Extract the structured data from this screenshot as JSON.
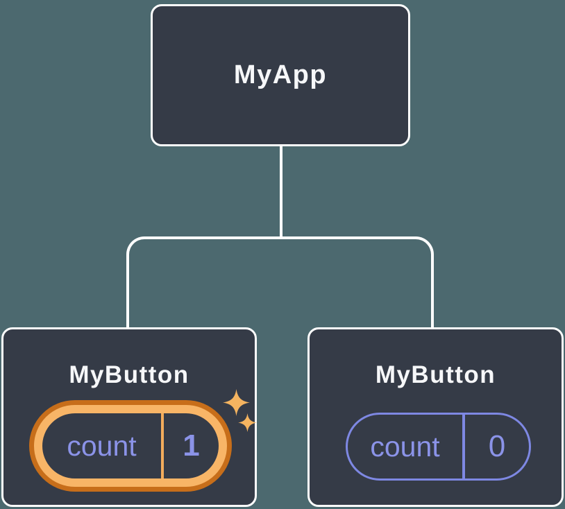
{
  "diagram": {
    "title": "react-component-tree",
    "root": {
      "label": "MyApp"
    },
    "children": [
      {
        "label": "MyButton",
        "pill": {
          "key": "count",
          "value": "1"
        },
        "highlighted": true
      },
      {
        "label": "MyButton",
        "pill": {
          "key": "count",
          "value": "0"
        },
        "highlighted": false
      }
    ]
  },
  "icons": [
    "sparkle-icon-large",
    "sparkle-icon-small"
  ],
  "colors": {
    "background": "#4C696F",
    "node_fill": "#353B47",
    "node_border": "#FFFFFF",
    "node_label_text": "#F6F7F9",
    "connector": "#FFFFFF",
    "state_text_purple": "#8B93E8",
    "pill_border_purple": "#7E88E3",
    "pill_highlight_gold": "#F8B567",
    "pill_highlight_outer_orange": "#C76E1A",
    "pill_highlight_divider": "#F3AC5C",
    "sparkle_gold": "#F5B460"
  }
}
